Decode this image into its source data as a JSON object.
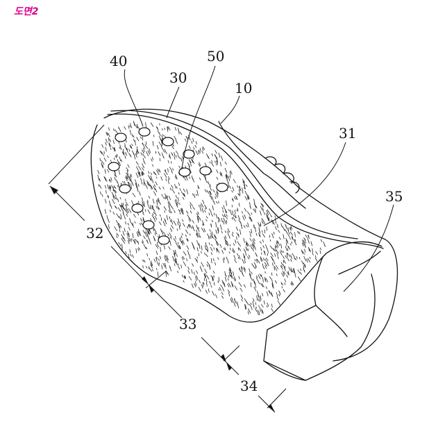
{
  "figure_label": "도면2",
  "colors": {
    "figure_label": "#e0008c",
    "line": "#111111"
  },
  "refs": {
    "r10": "10",
    "r30": "30",
    "r31": "31",
    "r32": "32",
    "r33": "33",
    "r34": "34",
    "r35": "35",
    "r40": "40",
    "r50": "50"
  }
}
